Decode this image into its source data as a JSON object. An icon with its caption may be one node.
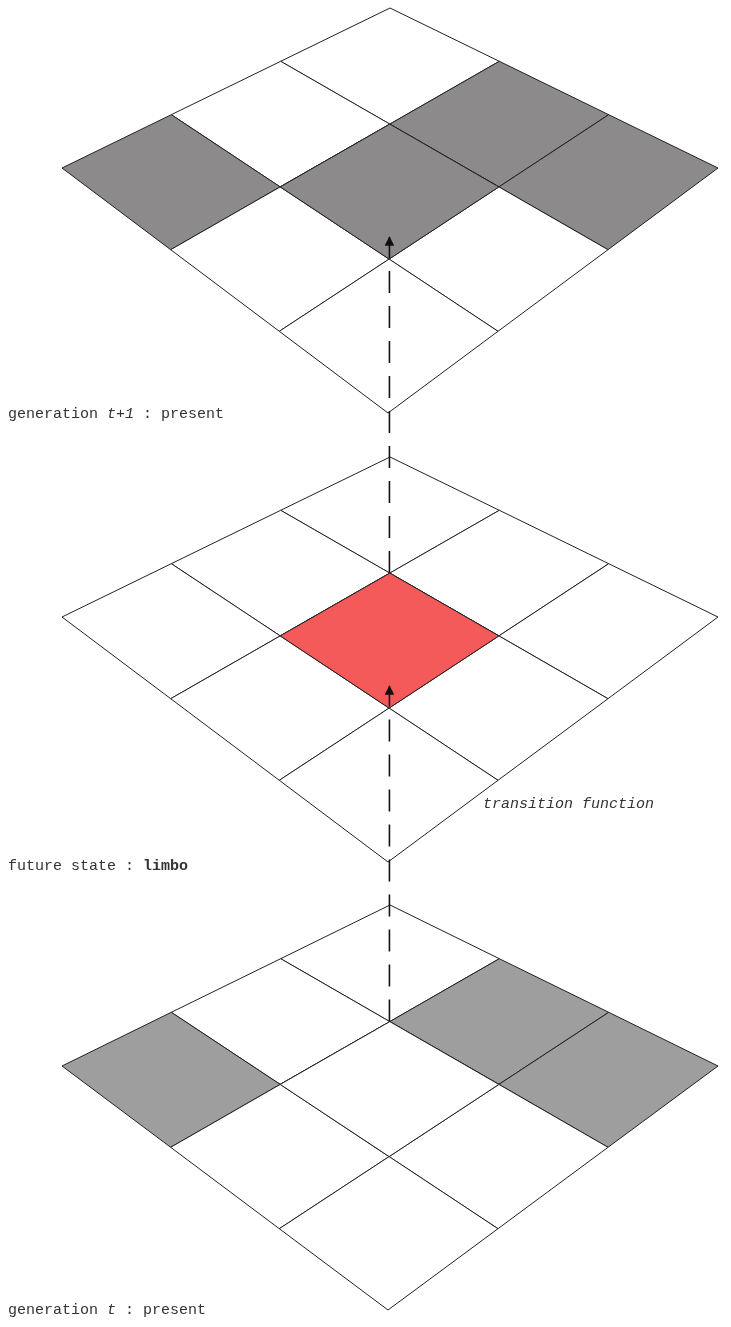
{
  "diagram": {
    "nodes": [
      {
        "text": [],
        "shape": "grid",
        "beside": [
          "generation *t+1* : present"
        ]
      },
      {
        "text": [],
        "shape": "diamond",
        "in": 0
      },
      {
        "text": [],
        "shape": "grid",
        "beside": [
          "future state : **limbo**"
        ]
      },
      {
        "text": [],
        "shape": "diamond",
        "in": 2
      },
      {
        "text": [],
        "shape": "grid",
        "beside": [
          "generation *t* : present"
        ]
      },
      {
        "text": [],
        "shape": "diamond",
        "in": 4
      }
    ],
    "edges": [
      {
        "from": 3,
        "to": 1,
        "arrow": "to",
        "style": "dashed"
      },
      {
        "from": 5,
        "to": 3,
        "arrow": "to",
        "style": "dashed"
      }
    ],
    "labels": [
      "transition function"
    ]
  }
}
